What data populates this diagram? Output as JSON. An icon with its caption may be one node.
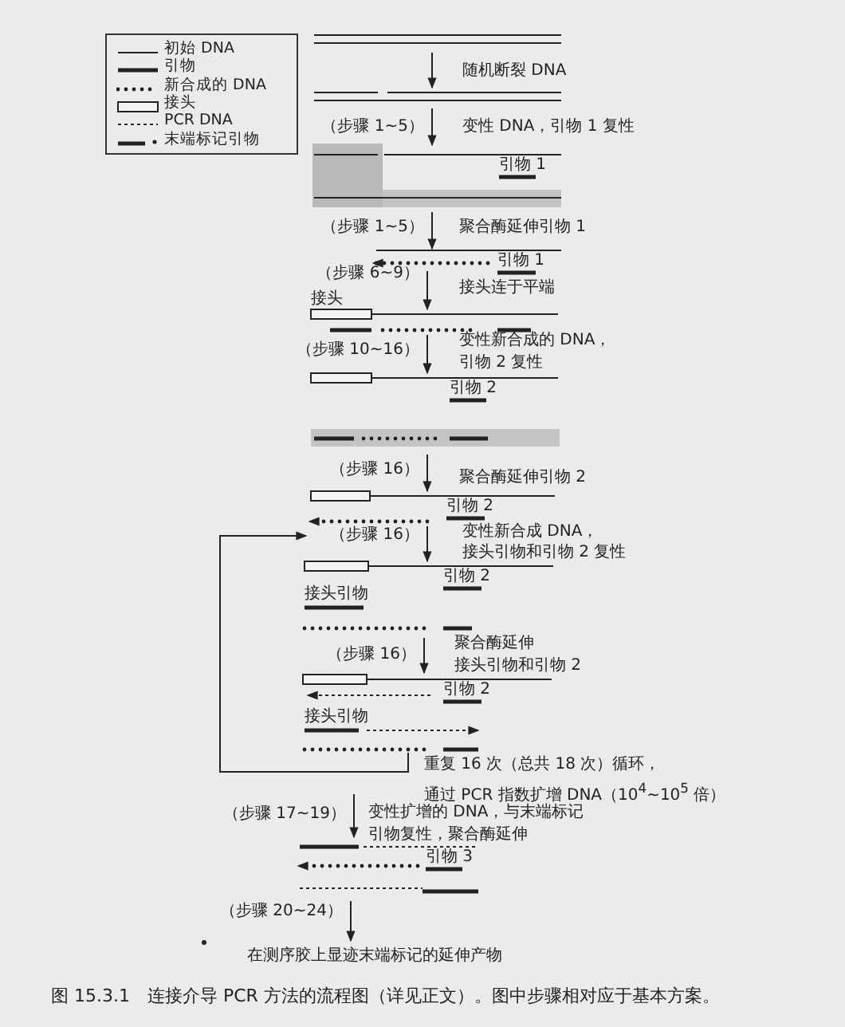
{
  "diagram": {
    "caption": "图 15.3.1　连接介导 PCR 方法的流程图（详见正文）。图中步骤相对应于基本方案。",
    "labels": [
      "随机断裂 DNA",
      "（步骤 1~5）",
      "变性 DNA，引物 1 复性",
      "引物 1",
      "（步骤 1~5）",
      "聚合酶延伸引物 1",
      "引物 1",
      "（步骤 6~9）",
      "接头",
      "接头连于平端",
      "（步骤 10~16）",
      "变性新合成的 DNA，引物 2 复性",
      "引物 2",
      "（步骤 16）",
      "聚合酶延伸引物 2",
      "引物 2",
      "（步骤 16）",
      "变性新合成 DNA，接头引物和引物 2 复性",
      "引物 2",
      "接头引物",
      "（步骤 16）",
      "聚合酶延伸接头引物和引物 2",
      "引物 2",
      "接头引物",
      "重复 16 次（总共 18 次）循环，通过 PCR 指数扩增 DNA（10$^{4}$~10$^{5}$ 倍）",
      "（步骤 17~19）",
      "变性扩增的 DNA，与末端标记引物复性，聚合酶延伸",
      "引物 3",
      "（步骤 20~24）",
      "在测序胶上显迹末端标记的延伸产物"
    ],
    "legend": [
      {
        "text": "初始 DNA"
      },
      {
        "text": "引物"
      },
      {
        "text": "新合成的 DNA"
      },
      {
        "text": "接头"
      },
      {
        "text": "PCR DNA"
      },
      {
        "text": "末端标记引物"
      }
    ]
  }
}
